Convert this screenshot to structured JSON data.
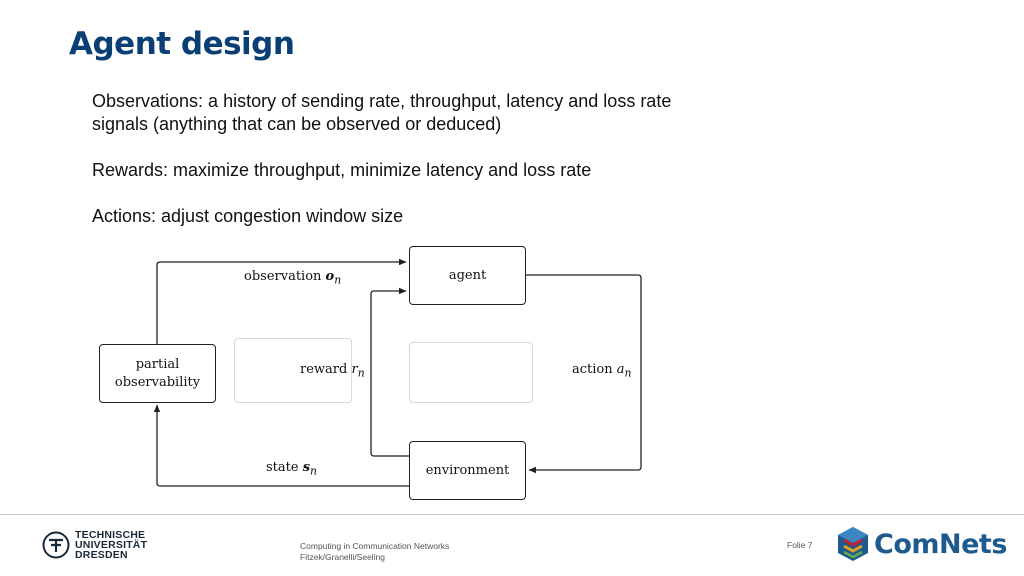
{
  "slide": {
    "title": "Agent design",
    "bullets": [
      "Observations: a history of sending rate, throughput, latency and loss rate signals (anything that can be observed or deduced)",
      "Rewards: maximize throughput, minimize latency and loss rate",
      "Actions: adjust congestion window size"
    ]
  },
  "diagram": {
    "agent": "agent",
    "environment": "environment",
    "partial_observability": "partial observability",
    "observation_label": "observation",
    "observation_sym": "o",
    "reward_label": "reward",
    "reward_sym": "r",
    "action_label": "action",
    "action_sym": "a",
    "state_label": "state",
    "state_sym": "s",
    "subscript": "n"
  },
  "footer": {
    "university_lines": [
      "TECHNISCHE",
      "UNIVERSITÄT",
      "DRESDEN"
    ],
    "course": "Computing in Communication Networks",
    "authors": "Fitzek/Granelli/Seeling",
    "page": "Folie 7",
    "brand_com": "Com",
    "brand_nets": "Nets"
  },
  "colors": {
    "title": "#0a3f75",
    "brand_blue": "#1d5b8f",
    "brand_red": "#c8202f"
  }
}
